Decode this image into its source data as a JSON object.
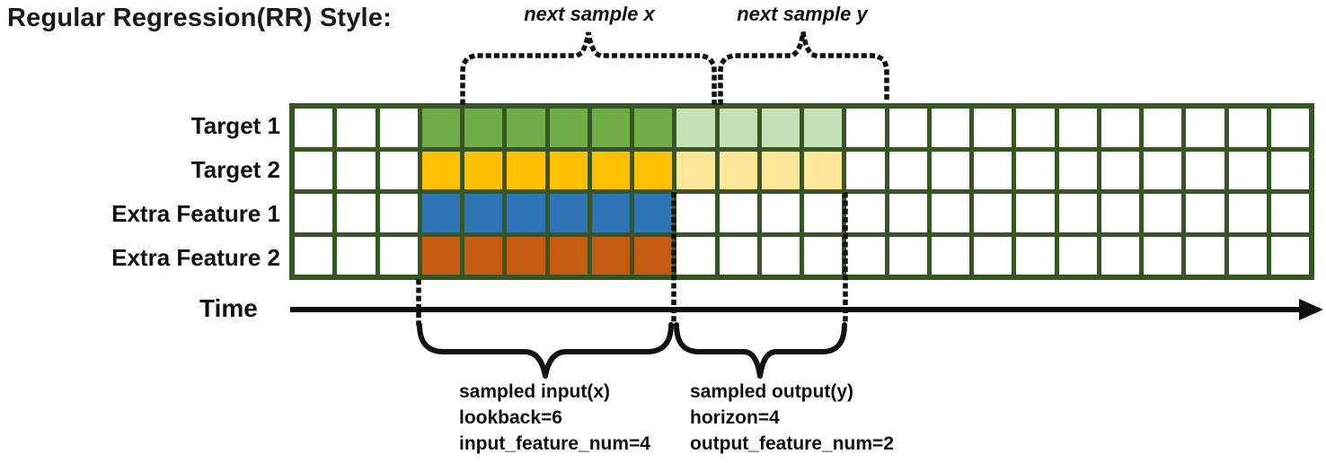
{
  "title": "Regular Regression(RR) Style:",
  "annotations": {
    "next_sample_x": "next sample x",
    "next_sample_y": "next sample y",
    "time_label": "Time"
  },
  "grid": {
    "total_cols": 24,
    "blank_cols_before_input": 3,
    "lookback": 6,
    "horizon": 4,
    "border_color": "#375623",
    "empty_cell_color": "#ffffff",
    "rows": [
      {
        "label": "Target 1",
        "input_color": "#70AD47",
        "output_color": "#C5E0B4"
      },
      {
        "label": "Target 2",
        "input_color": "#FFC000",
        "output_color": "#FFE699"
      },
      {
        "label": "Extra Feature 1",
        "input_color": "#2E75B6",
        "output_color": null
      },
      {
        "label": "Extra Feature 2",
        "input_color": "#C55A11",
        "output_color": null
      }
    ]
  },
  "sample_labels": {
    "input": [
      "sampled input(x)",
      "lookback=6",
      "input_feature_num=4"
    ],
    "output": [
      "sampled output(y)",
      "horizon=4",
      "output_feature_num=2"
    ]
  },
  "colors": {
    "annotation_black": "#111111"
  }
}
